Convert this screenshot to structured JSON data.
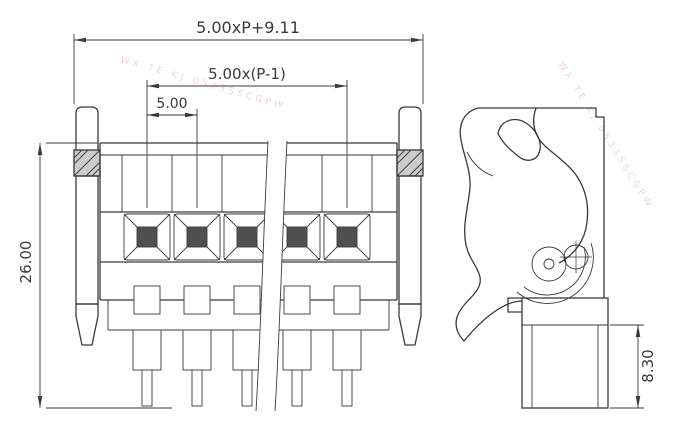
{
  "dimensions": {
    "total_width": "5.00xP+9.11",
    "pole_span": "5.00x(P-1)",
    "pitch": "5.00",
    "overall_height": "26.00",
    "base_height": "8.30"
  },
  "watermark": {
    "text": "WX TE KJ 0533SSCGPW"
  },
  "colors": {
    "line": "#3a3a3a",
    "background": "#ffffff",
    "watermark": "#eac6c6",
    "hatch_fill": "#cccccc",
    "recess_fill": "#4f4f4f"
  }
}
